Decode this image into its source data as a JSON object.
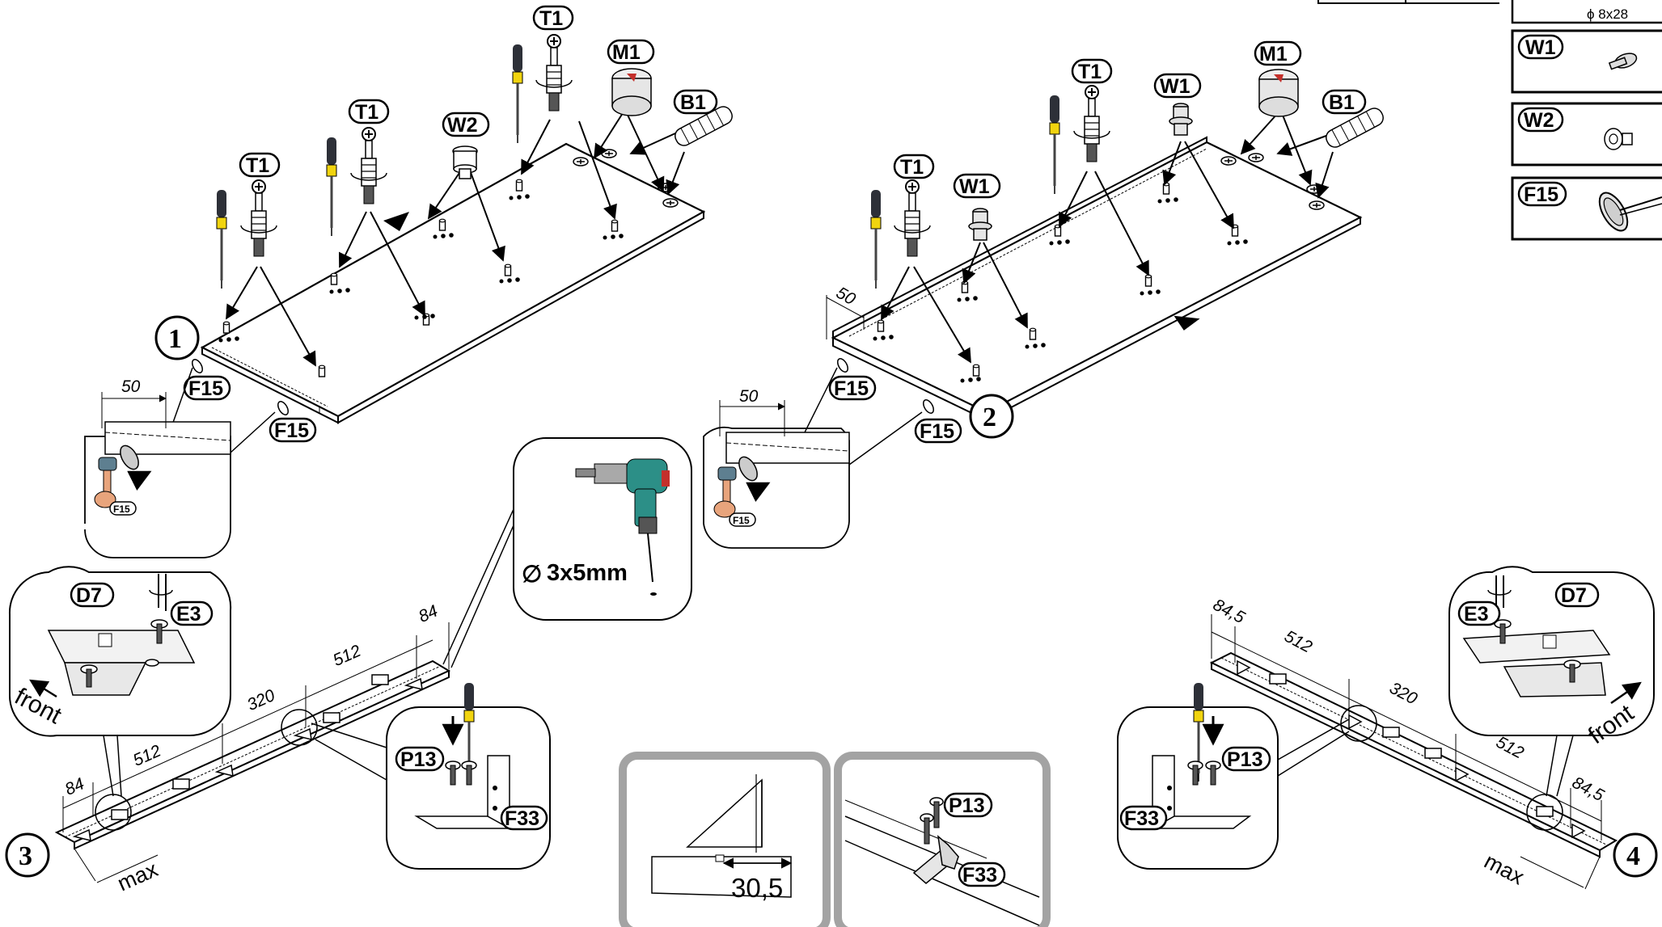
{
  "steps": [
    "1",
    "2",
    "3",
    "4"
  ],
  "parts": {
    "t1": "T1",
    "m1": "M1",
    "b1": "B1",
    "w1": "W1",
    "w2": "W2",
    "f15": "F15",
    "d7": "D7",
    "e3": "E3",
    "p13": "P13",
    "f33": "F33"
  },
  "labels": {
    "drill_bit": "3x5mm",
    "drill_symbol": "∅",
    "front": "front",
    "max": "max",
    "gap": "30,5",
    "part_size": "ϕ 8x28"
  },
  "dimensions": {
    "edge_50": "50",
    "d84": "84",
    "d512": "512",
    "d320": "320",
    "d84_5": "84,5"
  },
  "legend": [
    "W1",
    "W2",
    "F15"
  ]
}
